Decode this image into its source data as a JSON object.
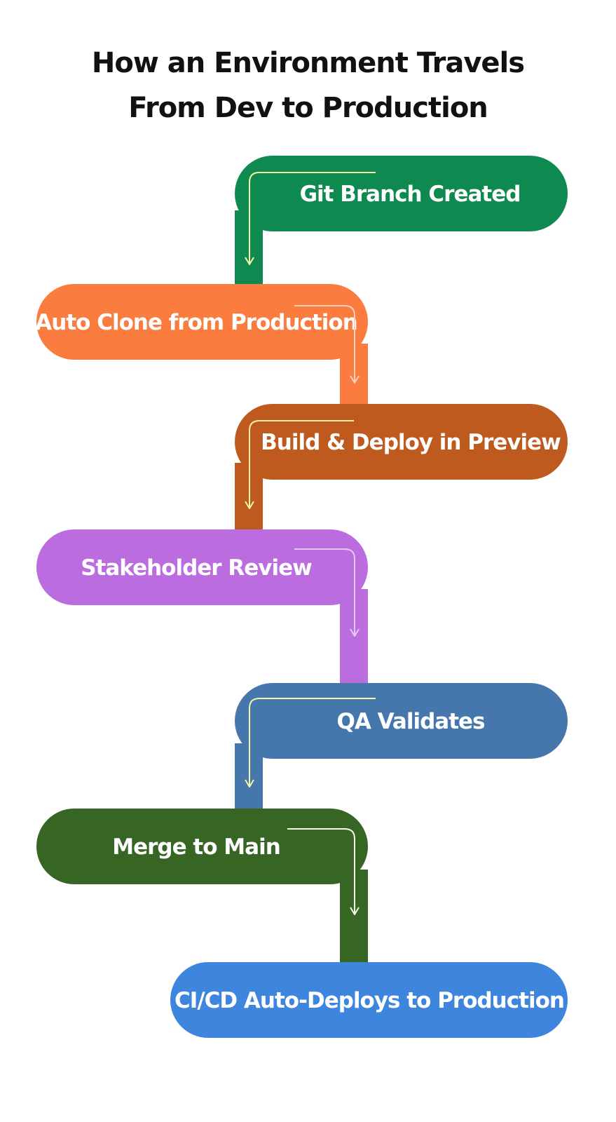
{
  "title": {
    "line1": "How an Environment Travels",
    "line2": "From Dev to Production"
  },
  "steps": [
    {
      "label": "Git Branch Created",
      "color": "#0e8a50"
    },
    {
      "label": "Auto Clone from Production",
      "color": "#fb7c3f"
    },
    {
      "label": "Build & Deploy in Preview",
      "color": "#be5a1d"
    },
    {
      "label": "Stakeholder Review",
      "color": "#bb6ddf"
    },
    {
      "label": "QA Validates",
      "color": "#4577ad"
    },
    {
      "label": "Merge to Main",
      "color": "#376523"
    },
    {
      "label": "CI/CD Auto-Deploys to Production",
      "color": "#3e85dd"
    }
  ],
  "arrow_colors": [
    "#f3f6a6",
    "#fbd1ba",
    "#f3f6a6",
    "#e6c6f6",
    "#f3f6a6",
    "#f6fbec"
  ]
}
